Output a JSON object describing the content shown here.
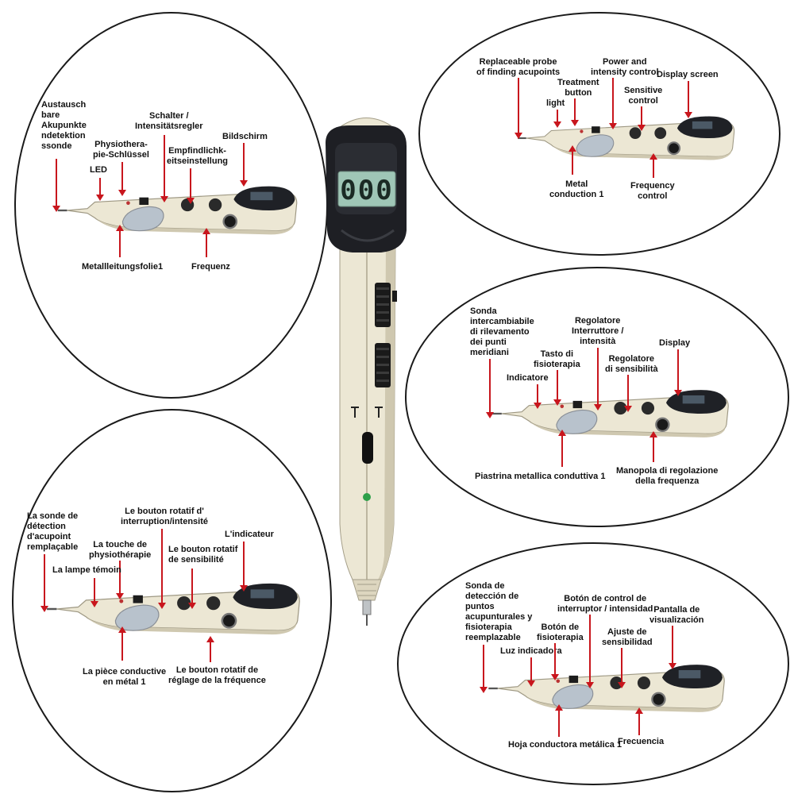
{
  "colors": {
    "arrow": "#c8161d",
    "pen_body": "#ece7d4",
    "pen_shadow": "#b9b39c",
    "lcd": "#9fc6b6",
    "housing": "#1e1f24"
  },
  "big_pen": {
    "lcd_digits": "000"
  },
  "german": {
    "probe": "Austausch\nbare\nAkupunkte\nndetektion\nssonde",
    "physio_key": "Physiothera-\npie-Schlüssel",
    "switch": "Schalter /\nIntensitätsregler",
    "sensitivity": "Empfindlichk-\neitseinstellung",
    "screen": "Bildschirm",
    "led": "LED",
    "metal": "Metallleitungsfolie1",
    "frequency": "Frequenz"
  },
  "english": {
    "probe": "Replaceable probe\nof finding acupoints",
    "power": "Power and\nintensity control",
    "treatment": "Treatment\nbutton",
    "light": "light",
    "sensitive": "Sensitive\ncontrol",
    "display": "Display screen",
    "metal": "Metal\nconduction 1",
    "frequency": "Frequency\ncontrol"
  },
  "italian": {
    "probe": "Sonda\nintercambiabile\ndi rilevamento\ndei punti\nmeridiani",
    "switch": "Regolatore\nInterruttore /\nintensità",
    "physio": "Tasto di\nfisioterapia",
    "indicator": "Indicatore",
    "sensitivity": "Regolatore\ndi sensibilità",
    "display": "Display",
    "metal": "Piastrina metallica conduttiva 1",
    "frequency": "Manopola di regolazione\ndella frequenza"
  },
  "french": {
    "probe": "La sonde de\ndétection\nd'acupoint\nremplaçable",
    "switch": "Le bouton rotatif d'\ninterruption/intensité",
    "physio": "La touche de\nphysiothérapie",
    "lamp": "La lampe témoin",
    "sensitivity": "Le bouton rotatif\nde sensibilité",
    "indicator": "L'indicateur",
    "metal": "La pièce conductive\nen métal 1",
    "frequency": "Le bouton rotatif de\nréglage de la fréquence"
  },
  "spanish": {
    "probe": "Sonda de\ndetección de\npuntos\nacupunturales y\nfisioterapia\nreemplazable",
    "switch": "Botón de control de\ninterruptor / intensidad",
    "physio": "Botón de\nfisioterapia",
    "sensitivity": "Ajuste de\nsensibilidad",
    "display": "Pantalla de\nvisualización",
    "light": "Luz indicadora",
    "metal": "Hoja conductora metálica 1",
    "frequency": "Frecuencia"
  }
}
